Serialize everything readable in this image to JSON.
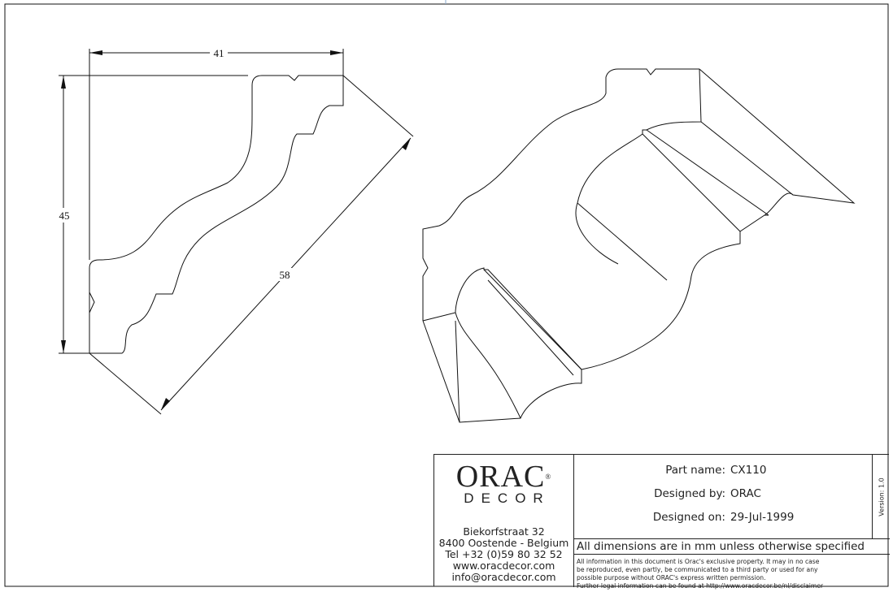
{
  "dimensions": {
    "width_label": "41",
    "height_label": "45",
    "diagonal_label": "58"
  },
  "title_block": {
    "logo": {
      "name": "ORAC",
      "sub": "DECOR",
      "reg": "®"
    },
    "address": [
      "Biekorfstraat 32",
      "8400 Oostende - Belgium",
      "Tel  +32 (0)59 80 32 52",
      "www.oracdecor.com",
      "info@oracdecor.com"
    ],
    "part_name_label": "Part name:",
    "part_name": "CX110",
    "designed_by_label": "Designed by:",
    "designed_by": "ORAC",
    "designed_on_label": "Designed on:",
    "designed_on": "29-Jul-1999",
    "version": "Version: 1.0",
    "units_note": "All dimensions are in mm unless otherwise specified",
    "legal": [
      "All information in this document is Orac's exclusive property.  It may in no case",
      "be reproduced, even partly, be communicated to a third party or used for any",
      "possible purpose without ORAC's express written permission.",
      "Further legal information can be found at http://www.oracdecor.be/nl/disclaimer"
    ]
  }
}
